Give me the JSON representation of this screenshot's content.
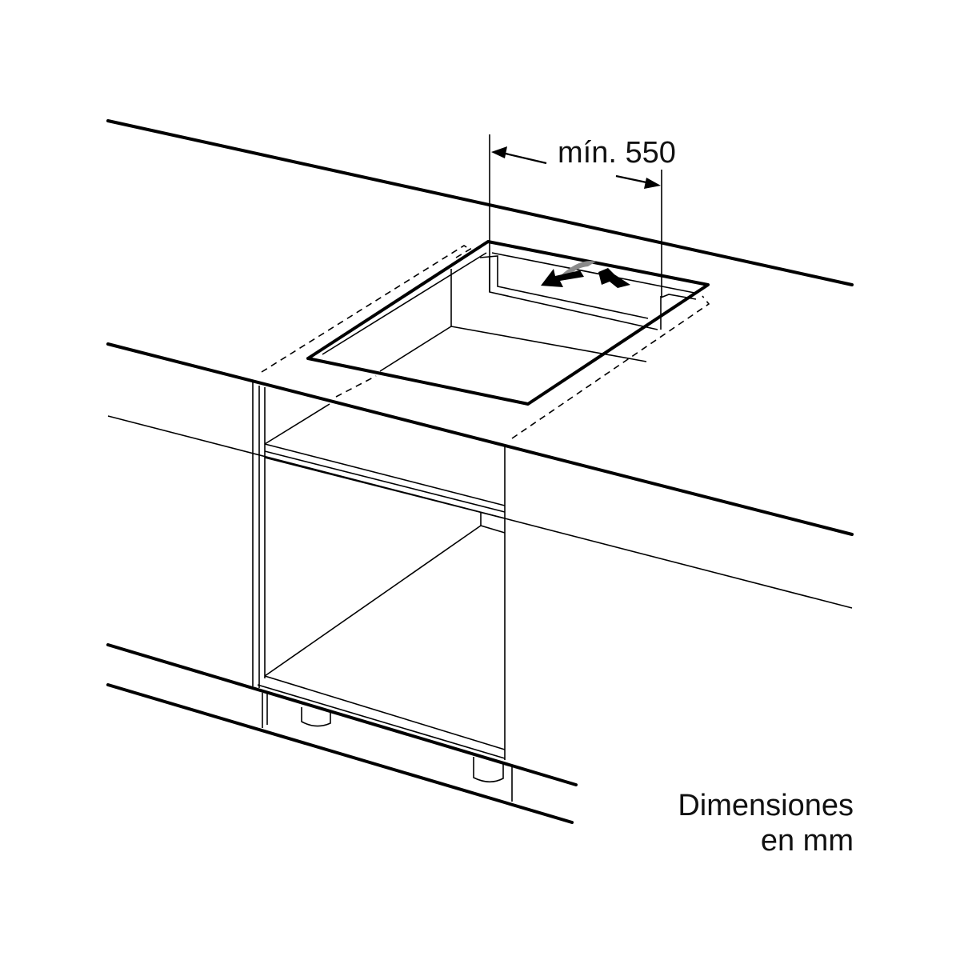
{
  "diagram": {
    "type": "installation-drawing",
    "subject": "built-in hob countertop cutout over base cabinet",
    "dimension_label": "mín. 550",
    "units_note": {
      "line1": "Dimensiones",
      "line2": "en mm"
    },
    "colors": {
      "line": "#000000",
      "arrow_shadow": "#8a8a8a",
      "background": "#ffffff"
    }
  }
}
